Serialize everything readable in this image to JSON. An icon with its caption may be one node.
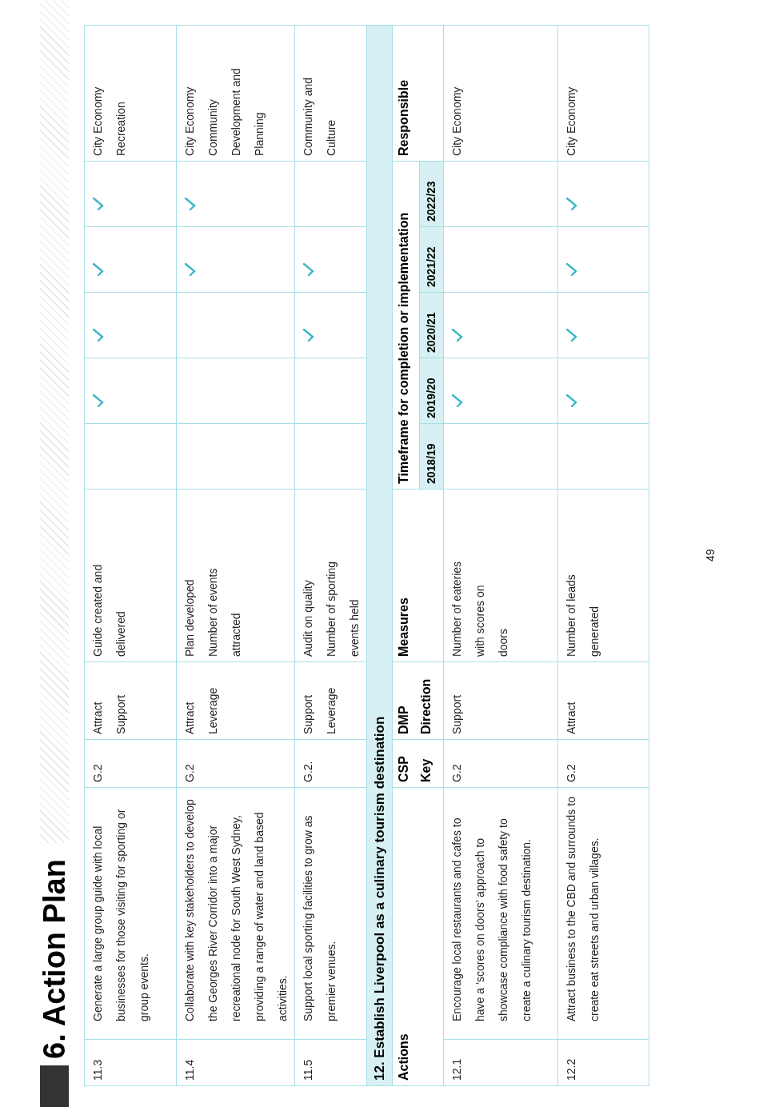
{
  "diagram": {
    "title": "6. Action Plan",
    "labels": [
      "11.3",
      "Generate a large group guide with local businesses for those visiting for sporting or group events.",
      "G.2",
      "Attract Support",
      "Guide created and delivered",
      "City Economy Recreation",
      "11.4",
      "Collaborate with key stakeholders to develop the Georges River Corridor into a major recreational node for South West Sydney, providing a range of water and land based activities.",
      "G.2",
      "Attract Leverage",
      "Plan developed Number of events attracted",
      "City Economy Community Development and Planning",
      "11.5",
      "Support local sporting facilities to grow as premier venues.",
      "G.2.",
      "Support Leverage",
      "Audit on quality Number of sporting events held",
      "Community and Culture",
      "12. Establish Liverpool as a culinary tourism destination",
      "Actions",
      "CSP Key",
      "DMP Direction",
      "Measures",
      "Timeframe for completion or implementation",
      "Responsible",
      "2018/19",
      "2019/20",
      "2020/21",
      "2021/22",
      "2022/23",
      "12.1",
      "Encourage local restaurants and cafes to have a ‘scores on doors’ approach to showcase compliance with food safety to create a culinary tourism destination.",
      "G.2",
      "Support",
      "Number of eateries with scores on doors",
      "City Economy",
      "12.2",
      "Attract business to the CBD and surrounds to create eat streets and urban villages.",
      "G.2",
      "Attract",
      "Number of leads generated",
      "City Economy",
      "49"
    ]
  }
}
